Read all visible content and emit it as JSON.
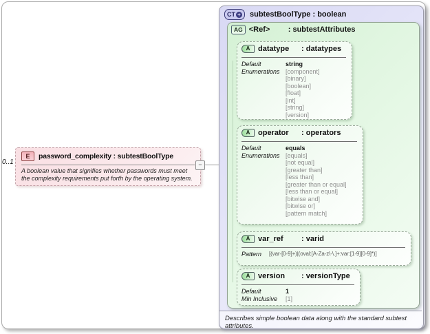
{
  "element": {
    "cardinality": "0..1",
    "badge": "E",
    "title": "password_complexity : subtestBoolType",
    "doc": "A boolean value that signifies whether passwords must meet the complexity requirements put forth by the operating system.",
    "collapse_glyph": "−"
  },
  "complex_type": {
    "badge": "CT",
    "badge_plus": "+",
    "title": "subtestBoolType : boolean",
    "annotation": "Describes simple boolean data along with the standard subtest attributes."
  },
  "attribute_group": {
    "badge": "AG",
    "ref": "<Ref>",
    "type_label": ": subtestAttributes"
  },
  "attrs": {
    "datatype": {
      "badge": "A",
      "name": "datatype",
      "type_label": ": datatypes",
      "default_label": "Default",
      "default_value": "string",
      "enum_label": "Enumerations",
      "enums": [
        "[component]",
        "[binary]",
        "[boolean]",
        "[float]",
        "[int]",
        "[string]",
        "[version]"
      ]
    },
    "operator": {
      "badge": "A",
      "name": "operator",
      "type_label": ": operators",
      "default_label": "Default",
      "default_value": "equals",
      "enum_label": "Enumerations",
      "enums": [
        "[equals]",
        "[not equal]",
        "[greater than]",
        "[less than]",
        "[greater than or equal]",
        "[less than or equal]",
        "[bitwise and]",
        "[bitwise or]",
        "[pattern match]"
      ]
    },
    "var_ref": {
      "badge": "A",
      "name": "var_ref",
      "type_label": ": varid",
      "pattern_label": "Pattern",
      "pattern_value": "[(var-[0-9]+)|(oval:[A-Za-z\\-\\.]+:var:[1-9][0-9]*)]"
    },
    "version": {
      "badge": "A",
      "name": "version",
      "type_label": ": versionType",
      "default_label": "Default",
      "default_value": "1",
      "min_label": "Min Inclusive",
      "min_value": "[1]"
    }
  }
}
